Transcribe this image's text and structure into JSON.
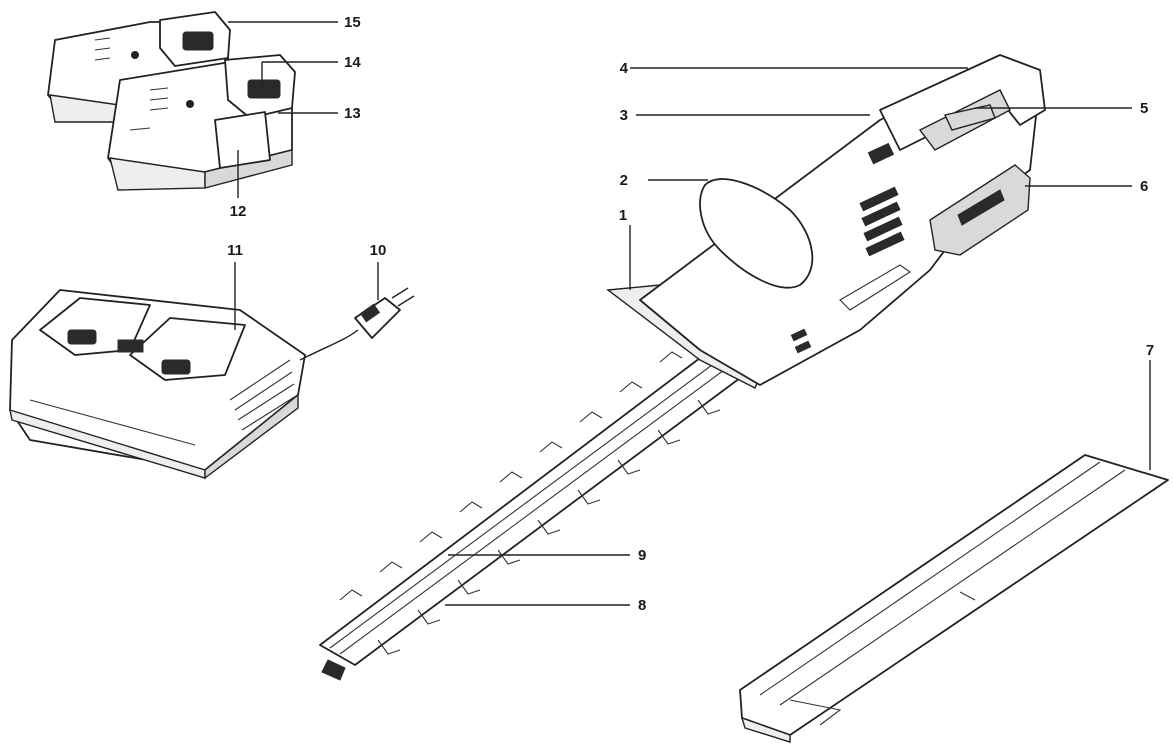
{
  "callouts": [
    {
      "id": "1",
      "text": "1"
    },
    {
      "id": "2",
      "text": "2"
    },
    {
      "id": "3",
      "text": "3"
    },
    {
      "id": "4",
      "text": "4"
    },
    {
      "id": "5",
      "text": "5"
    },
    {
      "id": "6",
      "text": "6"
    },
    {
      "id": "7",
      "text": "7"
    },
    {
      "id": "8",
      "text": "8"
    },
    {
      "id": "9",
      "text": "9"
    },
    {
      "id": "10",
      "text": "10"
    },
    {
      "id": "11",
      "text": "11"
    },
    {
      "id": "12",
      "text": "12"
    },
    {
      "id": "13",
      "text": "13"
    },
    {
      "id": "14",
      "text": "14"
    },
    {
      "id": "15",
      "text": "15"
    }
  ],
  "colors": {
    "line": "#222222",
    "background": "#ffffff",
    "shade": "#d9d9d9"
  }
}
